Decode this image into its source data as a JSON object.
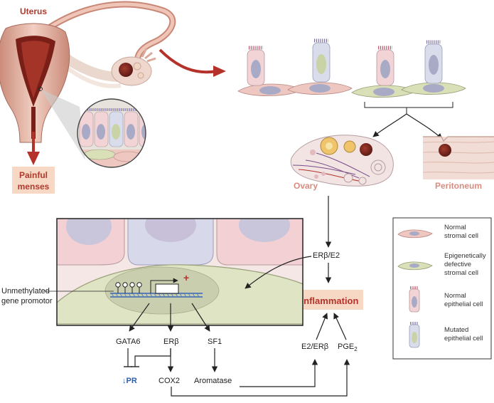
{
  "labels": {
    "uterus": "Uterus",
    "painful_menses_line1": "Painful",
    "painful_menses_line2": "menses",
    "ovary": "Ovary",
    "peritoneum": "Peritoneum",
    "unmethylated_line1": "Unmethylated",
    "unmethylated_line2": "gene promotor",
    "erb_e2": "ERβ/E2",
    "inflammation": "Inflammation",
    "gata6": "GATA6",
    "erb": "ERβ",
    "sf1": "SF1",
    "pr": "↓PR",
    "cox2": "COX2",
    "aromatase": "Aromatase",
    "e2_erb": "E2/ERβ",
    "pge": "PGE",
    "pge_sub": "2",
    "plus": "+"
  },
  "legend": [
    {
      "line1": "Normal",
      "line2": "stromal cell",
      "line3": ""
    },
    {
      "line1": "Epigenetically",
      "line2": "defective",
      "line3": "stromal cell"
    },
    {
      "line1": "Normal",
      "line2": "epithelial cell",
      "line3": ""
    },
    {
      "line1": "Mutated",
      "line2": "epithelial cell",
      "line3": ""
    }
  ],
  "colors": {
    "red": "#b5322a",
    "pink_label_bg": "#f7d8c4",
    "normal_stroma": "#eec7c1",
    "defective_stroma": "#d9dfb6",
    "epithelial_normal": "#f3d4d6",
    "epithelial_mutated": "#d9dcea",
    "nucleus": "#a9abc6",
    "dna_blue": "#5b7fb5"
  }
}
